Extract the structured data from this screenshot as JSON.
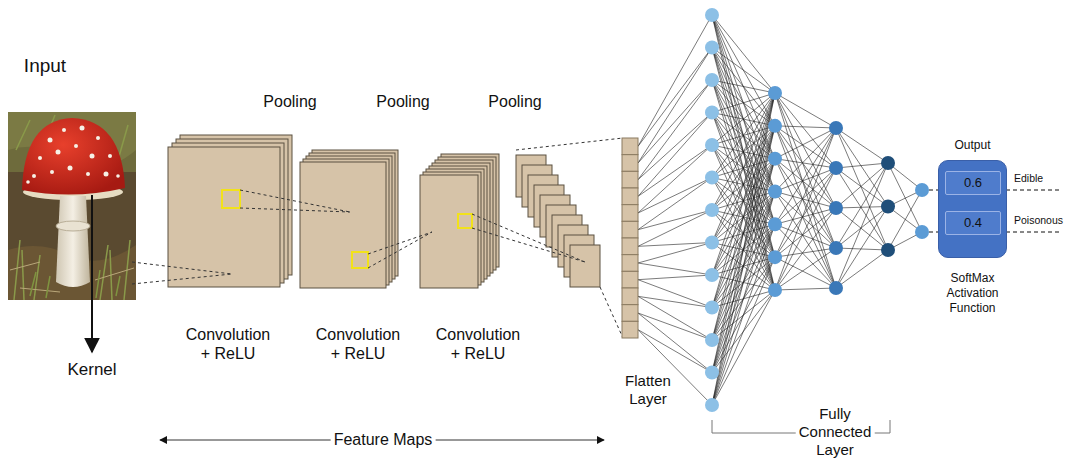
{
  "diagram": {
    "nodes": [
      {
        "text": [
          "Output",
          "SoftMax Activation Function"
        ]
      },
      {
        "text": [
          "0.6"
        ],
        "in": 0
      },
      {
        "text": [
          "0.4"
        ],
        "in": 0
      }
    ],
    "labels": [
      "Input",
      "Kernel",
      "Pooling",
      "Pooling",
      "Pooling",
      "Convolution + ReLU",
      "Convolution + ReLU",
      "Convolution + ReLU",
      "Feature Maps",
      "Flatten Layer",
      "Fully Connected Layer",
      "Edible",
      "Poisonous"
    ]
  }
}
